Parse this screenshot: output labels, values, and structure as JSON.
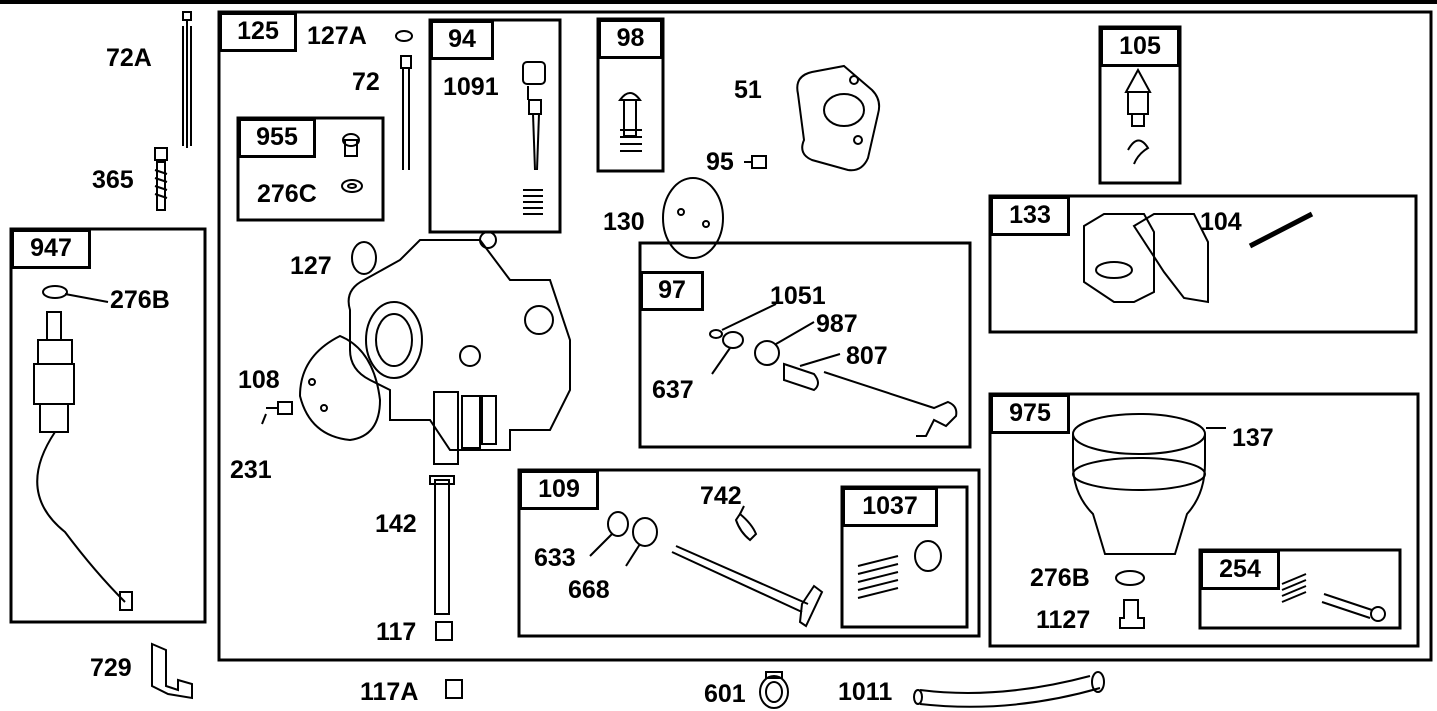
{
  "diagram": {
    "main_assembly_label": "125",
    "kits": {
      "k955": "955",
      "k94": "94",
      "k98": "98",
      "k105": "105",
      "k133": "133",
      "k947": "947",
      "k97": "97",
      "k109": "109",
      "k1037": "1037",
      "k975": "975",
      "k254": "254"
    },
    "parts": {
      "p72A": "72A",
      "p365": "365",
      "p127A": "127A",
      "p72": "72",
      "p1091": "1091",
      "p276C": "276C",
      "p51": "51",
      "p95": "95",
      "p130": "130",
      "p104": "104",
      "p127": "127",
      "p276B_left": "276B",
      "p1051": "1051",
      "p987": "987",
      "p807": "807",
      "p637": "637",
      "p108": "108",
      "p231": "231",
      "p137": "137",
      "p742": "742",
      "p142": "142",
      "p633": "633",
      "p668": "668",
      "p276B_right": "276B",
      "p1127": "1127",
      "p117": "117",
      "p729": "729",
      "p117A": "117A",
      "p601": "601",
      "p1011": "1011"
    }
  }
}
